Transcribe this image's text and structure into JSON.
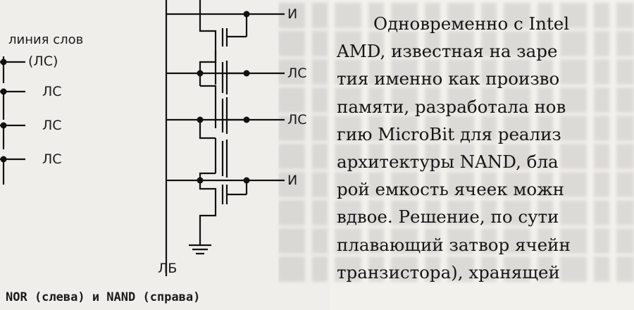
{
  "figure": {
    "nor_labels": {
      "word_line_title": "линия слов",
      "word_line_abbr": "(ЛС)",
      "ls": [
        "ЛС",
        "ЛС",
        "ЛС"
      ]
    },
    "nand_labels": {
      "right": [
        "И",
        "ЛС",
        "ЛС",
        "И"
      ],
      "bottom": "ЛБ"
    },
    "caption": "NOR (слева) и NAND (справа)"
  },
  "body_text": {
    "lines": [
      "Одновременно с Intel",
      "AMD, известная на заре",
      "тия именно как произво",
      "памяти, разработала нов",
      "гию MicroBit для реализ",
      "архитектуры NAND, бла",
      "рой емкость ячеек можн",
      "вдвое. Решение, по сути",
      "плавающий затвор ячейн",
      "транзистора), хранящей"
    ]
  }
}
